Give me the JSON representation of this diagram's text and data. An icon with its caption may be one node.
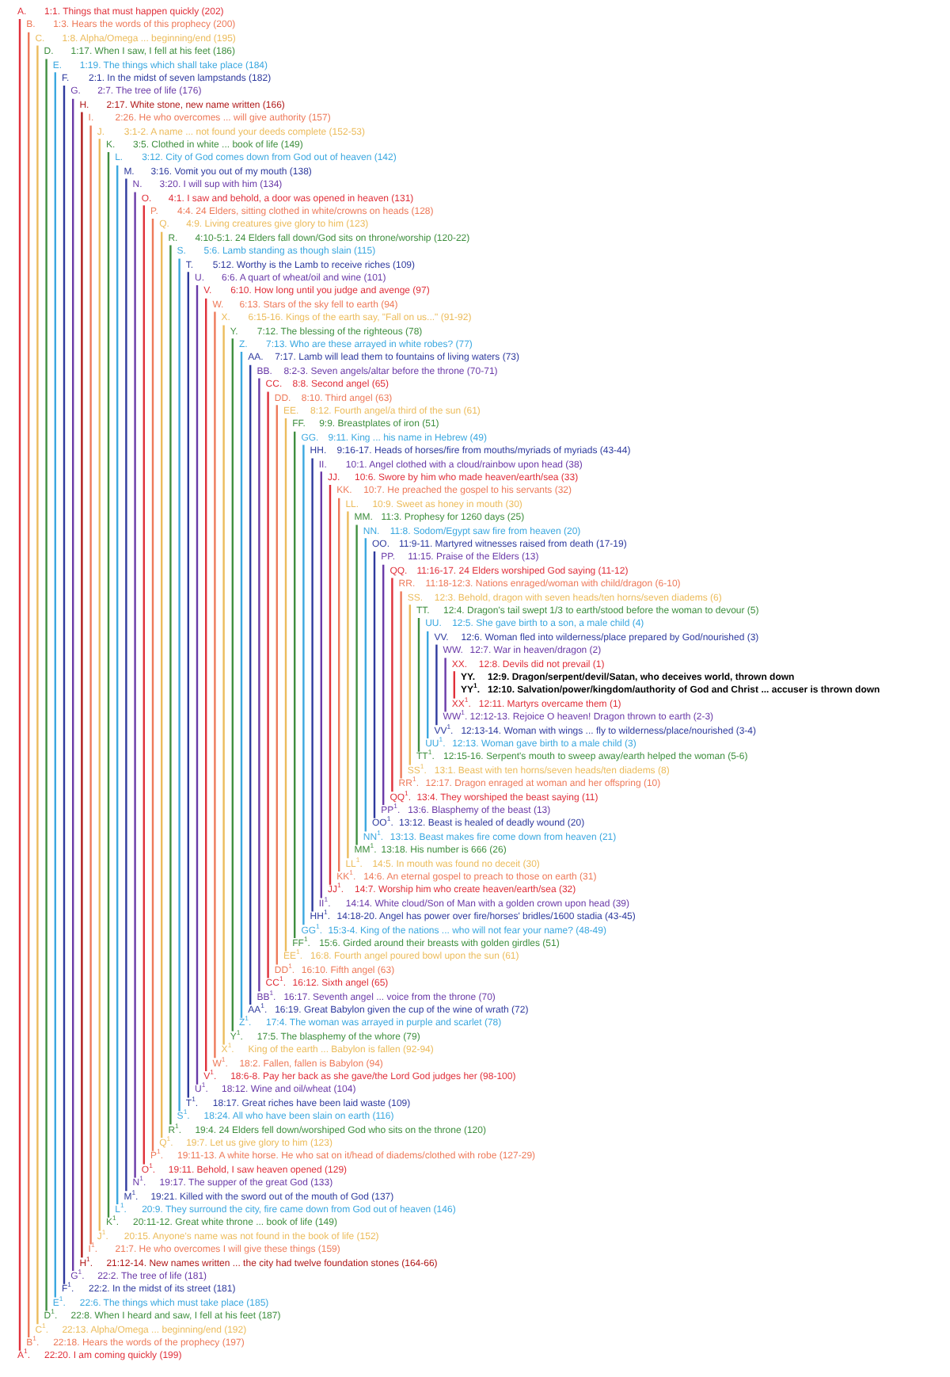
{
  "diagram": {
    "nodes": [
      {
        "text": [
          "A.",
          "1:1. Things that must happen quickly (202)"
        ]
      },
      {
        "text": [
          "B.",
          "1:3. Hears the words of this prophecy (200)"
        ]
      },
      {
        "text": [
          "C.",
          "1:8. Alpha/Omega ... beginning/end (195)"
        ]
      },
      {
        "text": [
          "D.",
          "1:17. When I saw, I fell at his feet (186)"
        ]
      },
      {
        "text": [
          "E.",
          "1:19. The things which shall take place (184)"
        ]
      },
      {
        "text": [
          "F.",
          "2:1. In the midst of seven lampstands (182)"
        ]
      },
      {
        "text": [
          "G.",
          "2:7. The tree of life (176)"
        ]
      },
      {
        "text": [
          "H.",
          "2:17. White stone, new name written (166)"
        ]
      },
      {
        "text": [
          "I.",
          "2:26. He who overcomes ... will give authority (157)"
        ]
      },
      {
        "text": [
          "J.",
          "3:1-2. A name ... not found your deeds complete (152-53)"
        ]
      },
      {
        "text": [
          "K.",
          "3:5. Clothed in white ... book of life (149)"
        ]
      },
      {
        "text": [
          "L.",
          "3:12. City of God comes down from God out of heaven (142)"
        ]
      },
      {
        "text": [
          "M.",
          "3:16. Vomit you out of my mouth (138)"
        ]
      },
      {
        "text": [
          "N.",
          "3:20. I will sup with him (134)"
        ]
      },
      {
        "text": [
          "O.",
          "4:1. I saw and behold, a door was opened in heaven (131)"
        ]
      },
      {
        "text": [
          "P.",
          "4:4. 24 Elders, sitting clothed in white/crowns on heads (128)"
        ]
      },
      {
        "text": [
          "Q.",
          "4:9. Living creatures give glory to him (123)"
        ]
      },
      {
        "text": [
          "R.",
          "4:10-5:1. 24 Elders fall down/God sits on throne/worship (120-22)"
        ]
      },
      {
        "text": [
          "S.",
          "5:6. Lamb standing as though slain (115)"
        ]
      },
      {
        "text": [
          "T.",
          "5:12. Worthy is the Lamb to receive riches (109)"
        ]
      },
      {
        "text": [
          "U.",
          "6:6. A quart of wheat/oil and wine (101)"
        ]
      },
      {
        "text": [
          "V.",
          "6:10. How long until you judge and avenge (97)"
        ]
      },
      {
        "text": [
          "W.",
          "6:13. Stars of the sky fell to earth (94)"
        ]
      },
      {
        "text": [
          "X.",
          "6:15-16. Kings of the earth say, \"Fall on us...\" (91-92)"
        ]
      },
      {
        "text": [
          "Y.",
          "7:12. The blessing of the righteous (78)"
        ]
      },
      {
        "text": [
          "Z.",
          "7:13. Who are these arrayed in white robes? (77)"
        ]
      },
      {
        "text": [
          "AA.",
          "7:17. Lamb will lead them to fountains of living waters (73)"
        ]
      },
      {
        "text": [
          "BB.",
          "8:2-3. Seven angels/altar before the throne (70-71)"
        ]
      },
      {
        "text": [
          "CC.",
          "8:8. Second angel (65)"
        ]
      },
      {
        "text": [
          "DD.",
          "8:10. Third angel (63)"
        ]
      },
      {
        "text": [
          "EE.",
          "8:12. Fourth angel/a third of the sun (61)"
        ]
      },
      {
        "text": [
          "FF.",
          "9:9. Breastplates of iron (51)"
        ]
      },
      {
        "text": [
          "GG.",
          "9:11. King ... his name in Hebrew (49)"
        ]
      },
      {
        "text": [
          "HH.",
          "9:16-17. Heads of horses/fire from mouths/myriads of myriads (43-44)"
        ]
      },
      {
        "text": [
          "II.",
          "10:1. Angel clothed with a cloud/rainbow upon head (38)"
        ]
      },
      {
        "text": [
          "JJ.",
          "10:6. Swore by him who made heaven/earth/sea (33)"
        ]
      },
      {
        "text": [
          "KK.",
          "10:7. He preached the gospel to his servants (32)"
        ]
      },
      {
        "text": [
          "LL.",
          "10:9. Sweet as honey in mouth (30)"
        ]
      },
      {
        "text": [
          "MM.",
          "11:3. Prophesy for 1260 days (25)"
        ]
      },
      {
        "text": [
          "NN.",
          "11:8. Sodom/Egypt saw fire from heaven (20)"
        ]
      },
      {
        "text": [
          "OO.",
          "11:9-11. Martyred witnesses raised from death (17-19)"
        ]
      },
      {
        "text": [
          "PP.",
          "11:15. Praise of the Elders (13)"
        ]
      },
      {
        "text": [
          "QQ.",
          "11:16-17. 24 Elders worshiped God saying (11-12)"
        ]
      },
      {
        "text": [
          "RR.",
          "11:18-12:3. Nations enraged/woman with child/dragon (6-10)"
        ]
      },
      {
        "text": [
          "SS.",
          "12:3. Behold, dragon with seven heads/ten horns/seven diadems (6)"
        ]
      },
      {
        "text": [
          "TT.",
          "12:4. Dragon's tail swept 1/3 to earth/stood before the woman to devour (5)"
        ]
      },
      {
        "text": [
          "UU.",
          "12:5. She gave birth to a son, a male child (4)"
        ]
      },
      {
        "text": [
          "VV.",
          "12:6. Woman fled into wilderness/place prepared by God/nourished (3)"
        ]
      },
      {
        "text": [
          "WW.",
          "12:7. War in heaven/dragon (2)"
        ]
      },
      {
        "text": [
          "XX.",
          "12:8. Devils did not prevail (1)"
        ]
      },
      {
        "text": [
          "YY.",
          "12:9. Dragon/serpent/devil/Satan, who deceives world, thrown down"
        ]
      },
      {
        "text": [
          "YY$^{1}$.",
          "12:10. Salvation/power/kingdom/authority of God and Christ ... accuser is thrown down"
        ]
      },
      {
        "text": [
          "XX$^{1}$.",
          "12:11. Martyrs overcame them (1)"
        ]
      },
      {
        "text": [
          "WW$^{1}$.",
          "12:12-13. Rejoice O heaven! Dragon thrown to earth (2-3)"
        ]
      },
      {
        "text": [
          "VV$^{1}$.",
          "12:13-14. Woman with wings ... fly to wilderness/place/nourished (3-4)"
        ]
      },
      {
        "text": [
          "UU$^{1}$.",
          "12:13. Woman gave birth to a male child (3)"
        ]
      },
      {
        "text": [
          "TT$^{1}$.",
          "12:15-16. Serpent's mouth to sweep away/earth helped the woman (5-6)"
        ]
      },
      {
        "text": [
          "SS$^{1}$.",
          "13:1. Beast with ten horns/seven heads/ten diadems (8)"
        ]
      },
      {
        "text": [
          "RR$^{1}$.",
          "12:17. Dragon enraged at woman and her offspring (10)"
        ]
      },
      {
        "text": [
          "QQ$^{1}$.",
          "13:4. They worshiped the beast saying (11)"
        ]
      },
      {
        "text": [
          "PP$^{1}$.",
          "13:6. Blasphemy of the beast (13)"
        ]
      },
      {
        "text": [
          "OO$^{1}$.",
          "13:12. Beast is healed of deadly wound (20)"
        ]
      },
      {
        "text": [
          "NN$^{1}$.",
          "13:13. Beast makes fire come down from heaven (21)"
        ]
      },
      {
        "text": [
          "MM$^{1}$.",
          "13:18. His number is 666 (26)"
        ]
      },
      {
        "text": [
          "LL$^{1}$.",
          "14:5. In mouth was found no deceit (30)"
        ]
      },
      {
        "text": [
          "KK$^{1}$.",
          "14:6. An eternal gospel to preach to those on earth (31)"
        ]
      },
      {
        "text": [
          "JJ$^{1}$.",
          "14:7. Worship him who create heaven/earth/sea (32)"
        ]
      },
      {
        "text": [
          "II$^{1}$.",
          "14:14. White cloud/Son of Man with a golden crown upon head (39)"
        ]
      },
      {
        "text": [
          "HH$^{1}$.",
          "14:18-20. Angel has power over fire/horses' bridles/1600 stadia (43-45)"
        ]
      },
      {
        "text": [
          "GG$^{1}$.",
          "15:3-4. King of the nations ... who will not fear your name? (48-49)"
        ]
      },
      {
        "text": [
          "FF$^{1}$.",
          "15:6. Girded around their breasts with golden girdles (51)"
        ]
      },
      {
        "text": [
          "EE$^{1}$.",
          "16:8. Fourth angel poured bowl upon the sun (61)"
        ]
      },
      {
        "text": [
          "DD$^{1}$.",
          "16:10. Fifth angel (63)"
        ]
      },
      {
        "text": [
          "CC$^{1}$.",
          "16:12. Sixth angel (65)"
        ]
      },
      {
        "text": [
          "BB$^{1}$.",
          "16:17. Seventh angel ... voice from the throne (70)"
        ]
      },
      {
        "text": [
          "AA$^{1}$.",
          "16:19. Great Babylon given the cup of the wine of wrath (72)"
        ]
      },
      {
        "text": [
          "Z$^{1}$.",
          "17:4. The woman was arrayed in purple and scarlet (78)"
        ]
      },
      {
        "text": [
          "Y$^{1}$.",
          "17:5. The blasphemy of the whore (79)"
        ]
      },
      {
        "text": [
          "X$^{1}$.",
          "King of the earth ... Babylon is fallen (92-94)"
        ]
      },
      {
        "text": [
          "W$^{1}$.",
          "18:2. Fallen, fallen is Babylon (94)"
        ]
      },
      {
        "text": [
          "V$^{1}$.",
          "18:6-8. Pay her back as she gave/the Lord God judges her (98-100)"
        ]
      },
      {
        "text": [
          "U$^{1}$.",
          "18:12. Wine and oil/wheat (104)"
        ]
      },
      {
        "text": [
          "T$^{1}$.",
          "18:17. Great riches have been laid waste (109)"
        ]
      },
      {
        "text": [
          "S$^{1}$.",
          "18:24. All who have been slain on earth (116)"
        ]
      },
      {
        "text": [
          "R$^{1}$.",
          "19:4. 24 Elders fell down/worshiped God who sits on the throne (120)"
        ]
      },
      {
        "text": [
          "Q$^{1}$.",
          "19:7. Let us give glory to him (123)"
        ]
      },
      {
        "text": [
          "P$^{1}$.",
          "19:11-13. A white horse. He who sat on it/head of diadems/clothed with robe (127-29)"
        ]
      },
      {
        "text": [
          "O$^{1}$.",
          "19:11. Behold, I saw heaven opened (129)"
        ]
      },
      {
        "text": [
          "N$^{1}$.",
          "19:17. The supper of the great God (133)"
        ]
      },
      {
        "text": [
          "M$^{1}$.",
          "19:21. Killed with the sword out of the mouth of God (137)"
        ]
      },
      {
        "text": [
          "L$^{1}$.",
          "20:9. They surround the city, fire came down from God out of heaven (146)"
        ]
      },
      {
        "text": [
          "K$^{1}$.",
          "20:11-12. Great white throne ... book of life (149)"
        ]
      },
      {
        "text": [
          "J$^{1}$.",
          "20:15. Anyone's name was not found in the book of life (152)"
        ]
      },
      {
        "text": [
          "I$^{1}$.",
          "21:7. He who overcomes I will give these things (159)"
        ]
      },
      {
        "text": [
          "H$^{1}$.",
          "21:12-14. New names written ... the city had twelve foundation stones (164-66)"
        ]
      },
      {
        "text": [
          "G$^{1}$.",
          "22:2. The tree of life (181)"
        ]
      },
      {
        "text": [
          "F$^{1}$.",
          "22:2. In the midst of its street (181)"
        ]
      },
      {
        "text": [
          "E$^{1}$.",
          "22:6. The things which must take place (185)"
        ]
      },
      {
        "text": [
          "D$^{1}$.",
          "22:8. When I heard and saw, I fell at his feet (187)"
        ]
      },
      {
        "text": [
          "C$^{1}$.",
          "22:13. Alpha/Omega ... beginning/end (192)"
        ]
      },
      {
        "text": [
          "B$^{1}$.",
          "22:18. Hears the words of the prophecy (197)"
        ]
      },
      {
        "text": [
          "A$^{1}$.",
          "22:20. I am coming quickly (199)"
        ]
      }
    ],
    "edges": [
      {
        "from": 0,
        "to": 101,
        "arrow": "none",
        "color": "#e0303a"
      },
      {
        "from": 1,
        "to": 100,
        "arrow": "none",
        "color": "#ee7a5a"
      },
      {
        "from": 2,
        "to": 99,
        "arrow": "none",
        "color": "#ecbc5c"
      },
      {
        "from": 3,
        "to": 98,
        "arrow": "none",
        "color": "#3f8f3f"
      },
      {
        "from": 4,
        "to": 97,
        "arrow": "none",
        "color": "#3ba8e0"
      },
      {
        "from": 5,
        "to": 96,
        "arrow": "none",
        "color": "#2e3a9e"
      },
      {
        "from": 6,
        "to": 95,
        "arrow": "none",
        "color": "#6a3aa8"
      },
      {
        "from": 7,
        "to": 94,
        "arrow": "none",
        "color": "#b01818"
      },
      {
        "from": 8,
        "to": 93,
        "arrow": "none",
        "color": "#ee7a5a"
      },
      {
        "from": 9,
        "to": 92,
        "arrow": "none",
        "color": "#ecbc5c"
      },
      {
        "from": 10,
        "to": 91,
        "arrow": "none",
        "color": "#3f8f3f"
      },
      {
        "from": 11,
        "to": 90,
        "arrow": "none",
        "color": "#3ba8e0"
      },
      {
        "from": 12,
        "to": 89,
        "arrow": "none",
        "color": "#2e3a9e"
      },
      {
        "from": 13,
        "to": 88,
        "arrow": "none",
        "color": "#6a3aa8"
      },
      {
        "from": 14,
        "to": 87,
        "arrow": "none",
        "color": "#e0303a"
      },
      {
        "from": 15,
        "to": 86,
        "arrow": "none",
        "color": "#ee7a5a"
      },
      {
        "from": 16,
        "to": 85,
        "arrow": "none",
        "color": "#ecbc5c"
      },
      {
        "from": 17,
        "to": 84,
        "arrow": "none",
        "color": "#3f8f3f"
      },
      {
        "from": 18,
        "to": 83,
        "arrow": "none",
        "color": "#3ba8e0"
      },
      {
        "from": 19,
        "to": 82,
        "arrow": "none",
        "color": "#2e3a9e"
      },
      {
        "from": 20,
        "to": 81,
        "arrow": "none",
        "color": "#6a3aa8"
      },
      {
        "from": 21,
        "to": 80,
        "arrow": "none",
        "color": "#e0303a"
      },
      {
        "from": 22,
        "to": 79,
        "arrow": "none",
        "color": "#ee7a5a"
      },
      {
        "from": 23,
        "to": 78,
        "arrow": "none",
        "color": "#ecbc5c"
      },
      {
        "from": 24,
        "to": 77,
        "arrow": "none",
        "color": "#3f8f3f"
      },
      {
        "from": 25,
        "to": 76,
        "arrow": "none",
        "color": "#3ba8e0"
      },
      {
        "from": 26,
        "to": 75,
        "arrow": "none",
        "color": "#2e3a9e"
      },
      {
        "from": 27,
        "to": 74,
        "arrow": "none",
        "color": "#6a3aa8"
      },
      {
        "from": 28,
        "to": 73,
        "arrow": "none",
        "color": "#e0303a"
      },
      {
        "from": 29,
        "to": 72,
        "arrow": "none",
        "color": "#ee7a5a"
      },
      {
        "from": 30,
        "to": 71,
        "arrow": "none",
        "color": "#ecbc5c"
      },
      {
        "from": 31,
        "to": 70,
        "arrow": "none",
        "color": "#3f8f3f"
      },
      {
        "from": 32,
        "to": 69,
        "arrow": "none",
        "color": "#3ba8e0"
      },
      {
        "from": 33,
        "to": 68,
        "arrow": "none",
        "color": "#2e3a9e"
      },
      {
        "from": 34,
        "to": 67,
        "arrow": "none",
        "color": "#6a3aa8"
      },
      {
        "from": 35,
        "to": 66,
        "arrow": "none",
        "color": "#e0303a"
      },
      {
        "from": 36,
        "to": 65,
        "arrow": "none",
        "color": "#ee7a5a"
      },
      {
        "from": 37,
        "to": 64,
        "arrow": "none",
        "color": "#ecbc5c"
      },
      {
        "from": 38,
        "to": 63,
        "arrow": "none",
        "color": "#3f8f3f"
      },
      {
        "from": 39,
        "to": 62,
        "arrow": "none",
        "color": "#3ba8e0"
      },
      {
        "from": 40,
        "to": 61,
        "arrow": "none",
        "color": "#2e3a9e"
      },
      {
        "from": 41,
        "to": 60,
        "arrow": "none",
        "color": "#6a3aa8"
      },
      {
        "from": 42,
        "to": 59,
        "arrow": "none",
        "color": "#e0303a"
      },
      {
        "from": 43,
        "to": 58,
        "arrow": "none",
        "color": "#ee7a5a"
      },
      {
        "from": 44,
        "to": 57,
        "arrow": "none",
        "color": "#ecbc5c"
      },
      {
        "from": 45,
        "to": 56,
        "arrow": "none",
        "color": "#3f8f3f"
      },
      {
        "from": 46,
        "to": 55,
        "arrow": "none",
        "color": "#3ba8e0"
      },
      {
        "from": 47,
        "to": 54,
        "arrow": "none",
        "color": "#2e3a9e"
      },
      {
        "from": 48,
        "to": 53,
        "arrow": "none",
        "color": "#6a3aa8"
      },
      {
        "from": 49,
        "to": 52,
        "arrow": "none",
        "color": "#e0303a"
      }
    ]
  }
}
